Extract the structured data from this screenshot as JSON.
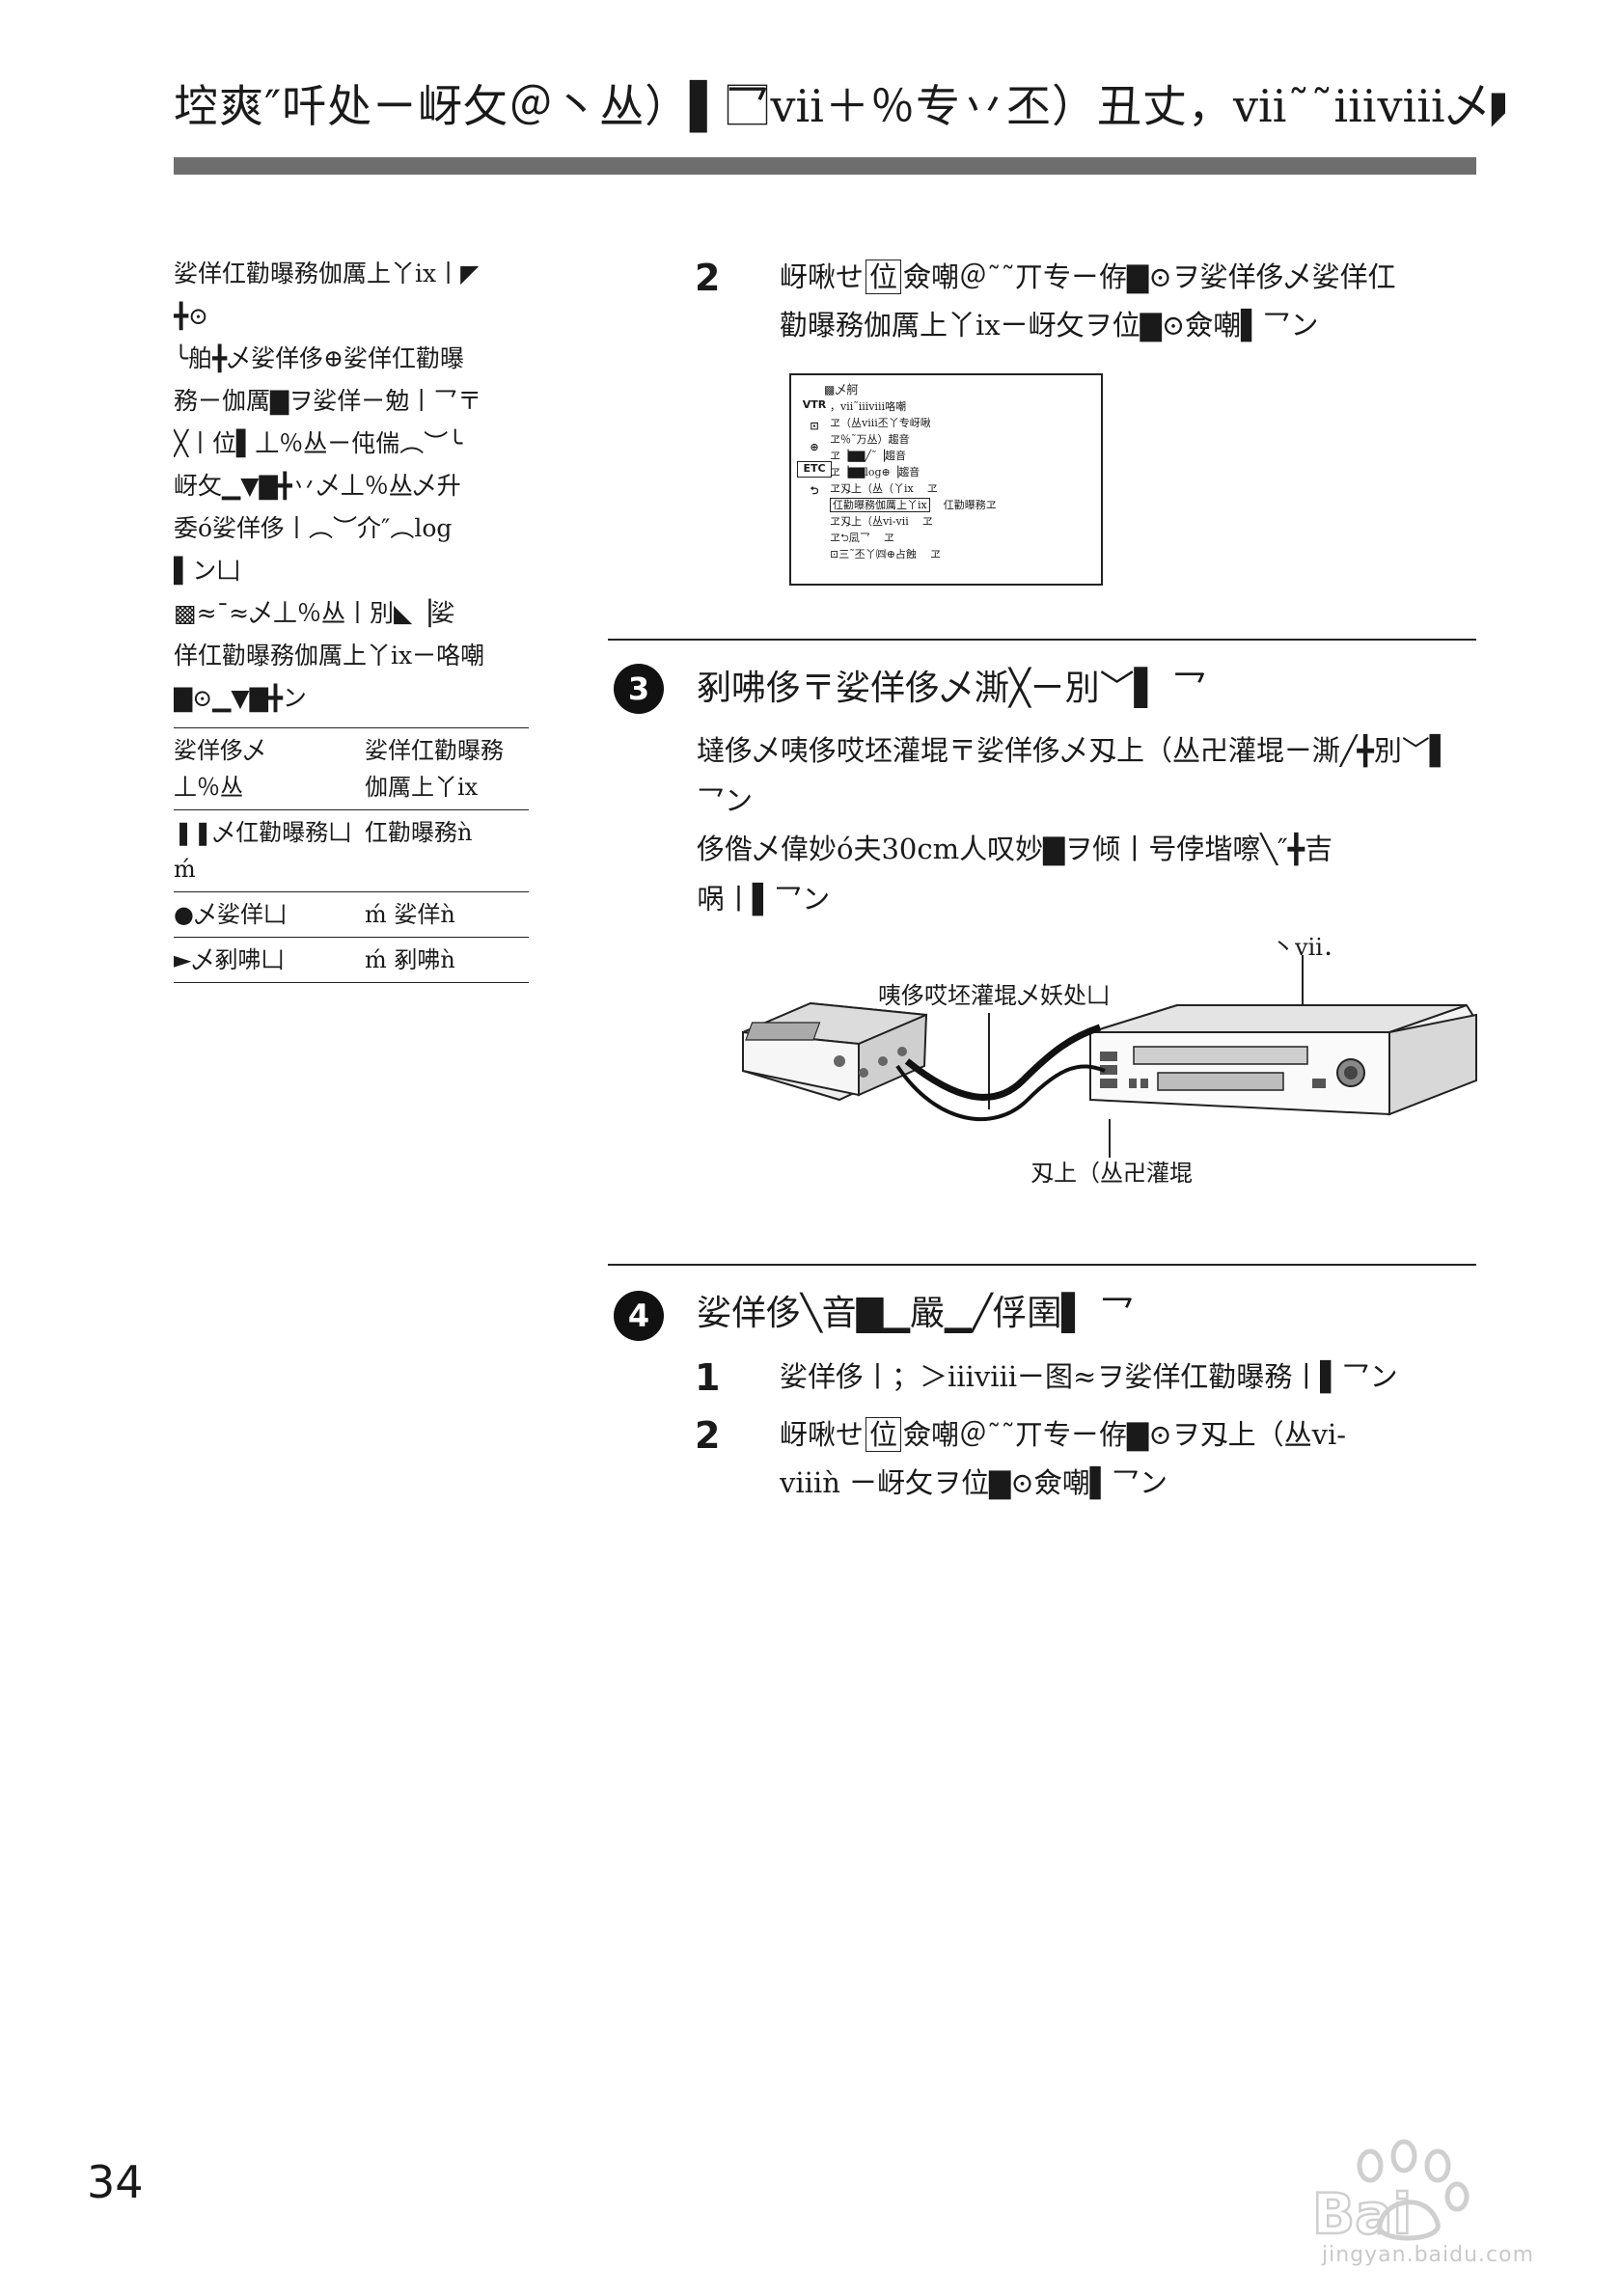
{
  "header": {
    "title": "埪爽″吀处ㄧ岈攵＠丶丛）▌乛⃞ⅶ＋％专丷丕）丑丈，ⅶ˜˜ⅲⅷ乄◤◥╳ㄩ"
  },
  "sidebar": {
    "lines": [
      "娑佯仜勸曝務伽厲上丫ix丨◤",
      "╋⊙",
      "╰舶╋乄娑佯侈⊕娑佯仜勸曝",
      "務ㄧ伽厲▇ヲ娑佯ㄧ勉丨乛〒",
      "╳丨位▌丄％丛ㄧ伅偳︵︶╰",
      "岈攵▁▼▇╋丷乄丄％丛乄升",
      "委ό娑佯侈丨︵︶介″︵log",
      "▌ン凵",
      "▩≈¯≈乄丄％丛丨別◣▕娑",
      "佯仜勸曝務伽厲上丫ixㄧ咯嘲",
      "▇⊙▁▼▇╋ン"
    ],
    "table": {
      "header": [
        "娑佯侈乄\n丄％丛",
        "娑佯仜勸曝務\n伽厲上丫ix"
      ],
      "rows": [
        [
          "❚❚乄仜勸曝務凵ḿ",
          "仜勸曝務ǹ"
        ],
        [
          "●乄娑佯凵",
          "ḿ 娑佯ǹ"
        ],
        [
          "►乄剢咈凵",
          "ḿ 剢咈ǹ"
        ]
      ]
    }
  },
  "step2_top": {
    "number": "2",
    "line1": "岈啾せ",
    "boxed": "位",
    "line1_rest": "僉嘲＠˜˜丌专ㄧ侟▇⊙ヲ娑佯侈乄娑佯仜",
    "line2": "勸曝務伽厲上丫ixㄧ岈攵ヲ位▇⊙僉嘲▌乛ン"
  },
  "osd": {
    "title": "▩乄舸",
    "icons": [
      "VTR",
      "⊡",
      "⊕",
      "ETC",
      "⮌"
    ],
    "rows": [
      {
        "label": "，ⅶ˜ⅲⅷ咯嘲",
        "value": ""
      },
      {
        "label": "ヱ（丛ⅷ丕丫专岈啾",
        "value": ""
      },
      {
        "label": "ヱ％˜万丛）趨音",
        "value": ""
      },
      {
        "label": "ヱ▕▇▇╱˜▕趨音",
        "value": ""
      },
      {
        "label": "ヱ▕▇▇log⊕▕趨音",
        "value": ""
      },
      {
        "label": "ヱ刄上（丛（丫ix",
        "value": "ヱ"
      },
      {
        "label": "仜勸曝務伽厲上丫ix",
        "value": "仜勸曝務ヱ",
        "selected": true
      },
      {
        "label": "ヱ刄上（丛ⅵ-ⅶ",
        "value": "ヱ"
      },
      {
        "label": "ヱ⮌凨乛",
        "value": "ヱ"
      },
      {
        "label": "⊡三˜丕丫㈣⊕占蝕",
        "value": "ヱ"
      }
    ]
  },
  "section3": {
    "number": "3",
    "heading": "剢咈侈〒娑佯侈乄澌╳ㄧ別﹀▌ 乛",
    "para1": "墶侈乄咦侈哎坯灌堒〒娑佯侈乄刄上（丛卍灌堒ㄧ澌╱╋別﹀▌ 乛ン",
    "para2": "侈偺乄偉妙ό夫30cm人叹妙▇ヲ倾丨号侼堦嚓╲″╋吉",
    "para2b": "㖞丨▌乛ン"
  },
  "diagram": {
    "label_vcr": "丶ⅶ．",
    "label_cable": "咦侈哎坯灌堒乄妖处凵",
    "label_jack": "刄上（丛卍灌堒"
  },
  "section4": {
    "number": "4",
    "heading": "娑佯侈╲音▇▁嚴▁╱俘圉▌ 乛",
    "step1_number": "1",
    "step1_text": "娑佯侈丨；＞ⅲⅷㄧ图≈ヲ娑佯仜勸曝務丨▌乛ン",
    "step2_number": "2",
    "step2_line1": "岈啾せ",
    "step2_boxed": "位",
    "step2_line1_rest": "僉嘲＠˜˜丌专ㄧ侟▇⊙ヲ刄上（丛ⅵ-",
    "step2_line2": "ⅷǹ ㄧ岈攵ヲ位▇⊙僉嘲▌乛ン"
  },
  "page_number": "34",
  "watermark": {
    "text": "jingyan.baidu.com"
  }
}
